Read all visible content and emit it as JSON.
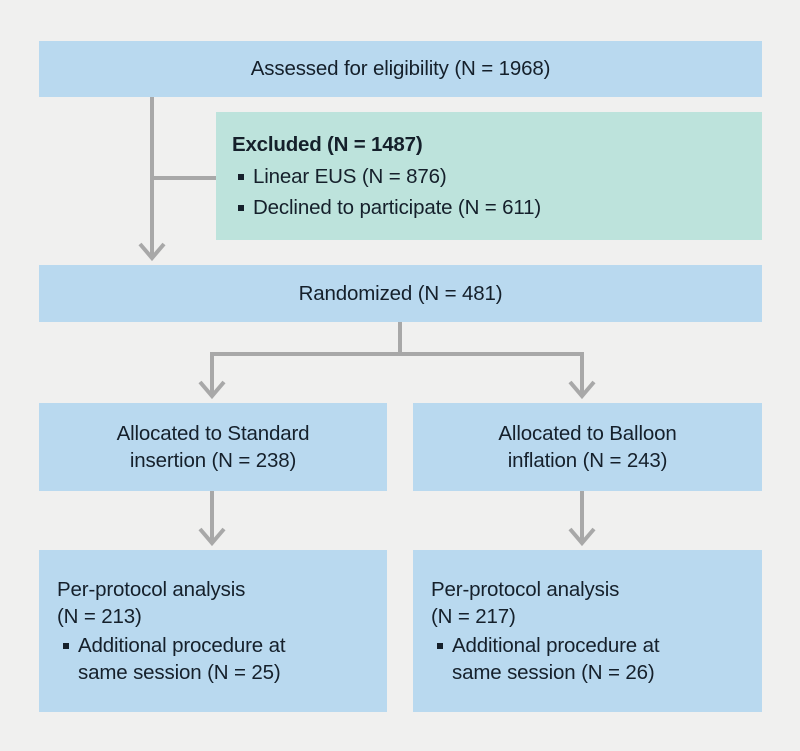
{
  "figure": {
    "type": "consort-flow-diagram",
    "background_color": "#f0f0ef",
    "connector_color": "#a8a8a8",
    "box_blue_color": "#b9d9ef",
    "box_green_color": "#bde3dc",
    "text_color": "#15202b"
  },
  "nodes": {
    "assessed": {
      "label": "Assessed for eligibility (N = 1968)",
      "count": 1968
    },
    "excluded": {
      "heading": "Excluded (N = 1487)",
      "count": 1487,
      "reasons": [
        {
          "label": "Linear EUS (N = 876)",
          "count": 876
        },
        {
          "label": "Declined to participate (N = 611)",
          "count": 611
        }
      ]
    },
    "randomized": {
      "label": "Randomized (N = 481)",
      "count": 481
    },
    "allocated_left": {
      "line1": "Allocated to Standard",
      "line2": "insertion (N = 238)",
      "count": 238
    },
    "allocated_right": {
      "line1": "Allocated to Balloon",
      "line2": "inflation (N = 243)",
      "count": 243
    },
    "per_protocol_left": {
      "line1": "Per-protocol analysis",
      "line2": "(N = 213)",
      "count": 213,
      "bullets": [
        {
          "line1": "Additional procedure at",
          "line2": "same session (N = 25)",
          "count": 25
        }
      ]
    },
    "per_protocol_right": {
      "line1": "Per-protocol analysis",
      "line2": "(N = 217)",
      "count": 217,
      "bullets": [
        {
          "line1": "Additional procedure at",
          "line2": "same session (N = 26)",
          "count": 26
        }
      ]
    }
  }
}
